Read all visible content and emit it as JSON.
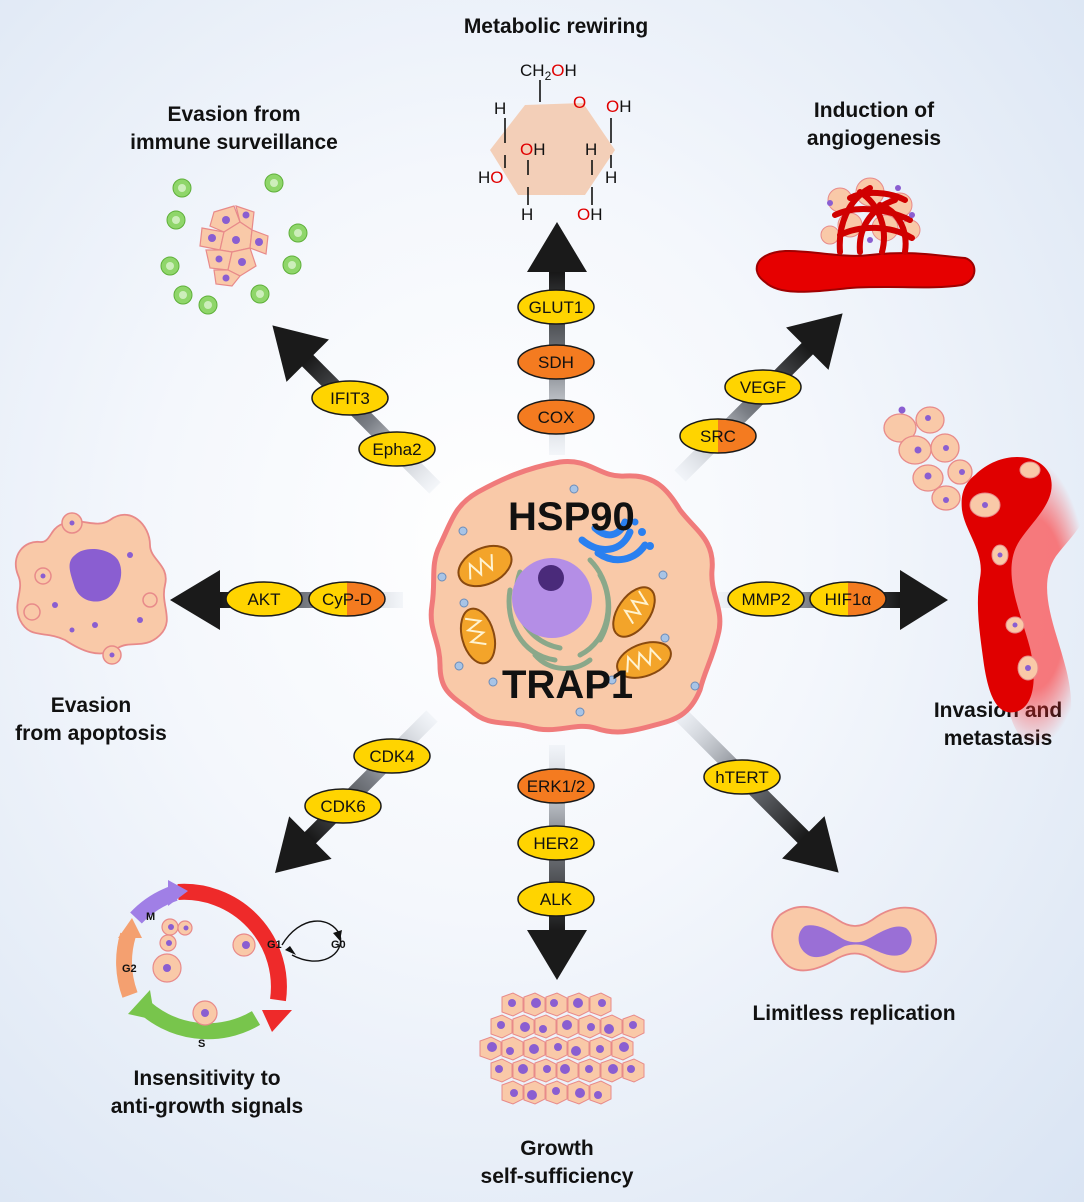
{
  "center": {
    "top_label": "HSP90",
    "bottom_label": "TRAP1"
  },
  "hallmarks": {
    "metabolic": "Metabolic rewiring",
    "immune": [
      "Evasion from",
      "immune surveillance"
    ],
    "angio": [
      "Induction of",
      "angiogenesis"
    ],
    "apoptosis": [
      "Evasion",
      "from apoptosis"
    ],
    "invasion": [
      "Invasion and",
      "metastasis"
    ],
    "antigrowth": [
      "Insensitivity to",
      "anti-growth signals"
    ],
    "growth": [
      "Growth",
      "self-sufficiency"
    ],
    "replication": "Limitless replication"
  },
  "pills": {
    "glut1": "GLUT1",
    "sdh": "SDH",
    "cox": "COX",
    "ifit3": "IFIT3",
    "epha2": "Epha2",
    "vegf": "VEGF",
    "src": "SRC",
    "akt": "AKT",
    "cypd": "CyP-D",
    "mmp2": "MMP2",
    "hif1a": "HIF1α",
    "cdk4": "CDK4",
    "cdk6": "CDK6",
    "erk": "ERK1/2",
    "her2": "HER2",
    "alk": "ALK",
    "htert": "hTERT"
  },
  "glucose": {
    "ch2": "CH",
    "sub2": "2",
    "o": "O",
    "h": "H",
    "ring_o": "O",
    "oh": "OH"
  },
  "cell_cycle": {
    "m": "M",
    "g1": "G1",
    "g0": "G0",
    "g2": "G2",
    "s": "S"
  },
  "colors": {
    "yellow": "#ffd400",
    "orange": "#f47b20",
    "cell": "#f9c9a8",
    "nucleus": "#9a6fd6"
  }
}
